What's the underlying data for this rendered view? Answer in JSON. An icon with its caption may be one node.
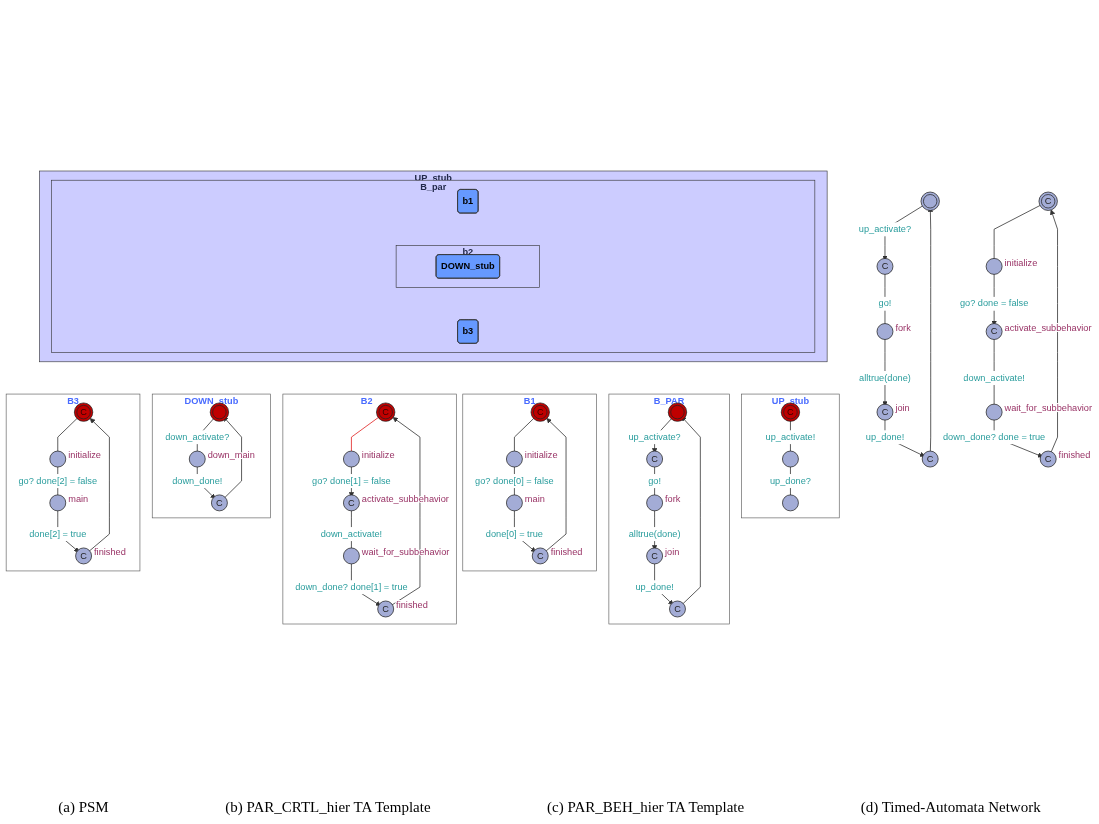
{
  "diagram": {
    "nodes": [
      {
        "text": [
          "UP_stub"
        ]
      },
      {
        "text": [
          "B_par"
        ],
        "in": 0
      },
      {
        "text": [
          "b1"
        ],
        "in": 1
      },
      {
        "text": [
          "b2"
        ],
        "in": 1
      },
      {
        "text": [
          "DOWN_stub"
        ],
        "in": 3
      },
      {
        "text": [
          "b3"
        ],
        "in": 1
      },
      {
        "text": [],
        "shape": "circle"
      },
      {
        "text": [
          "C"
        ]
      },
      {
        "text": [],
        "shape": "circle",
        "beside": [
          "fork"
        ]
      },
      {
        "text": [
          "C"
        ],
        "beside": [
          "join"
        ]
      },
      {
        "text": [
          "C"
        ]
      },
      {
        "text": [
          "C"
        ]
      },
      {
        "text": [],
        "shape": "circle",
        "beside": [
          "initialize"
        ]
      },
      {
        "text": [
          "C"
        ],
        "beside": [
          "activate_subbehavior"
        ]
      },
      {
        "text": [],
        "shape": "circle",
        "beside": [
          "wait_for_subbehavior"
        ]
      },
      {
        "text": [
          "C"
        ],
        "beside": [
          "finished"
        ]
      },
      {
        "text": [
          "UP_stub"
        ]
      },
      {
        "text": [
          "C"
        ],
        "in": 16
      },
      {
        "text": [],
        "shape": "circle",
        "in": 16
      },
      {
        "text": [],
        "shape": "circle",
        "in": 16
      },
      {
        "text": [
          "B_PAR"
        ]
      },
      {
        "text": [],
        "shape": "circle",
        "in": 20
      },
      {
        "text": [
          "C"
        ],
        "in": 20
      },
      {
        "text": [],
        "shape": "circle",
        "in": 20,
        "beside": [
          "fork"
        ]
      },
      {
        "text": [
          "C"
        ],
        "in": 20,
        "beside": [
          "join"
        ]
      },
      {
        "text": [
          "C"
        ],
        "in": 20
      },
      {
        "text": [
          "B1"
        ]
      },
      {
        "text": [
          "C"
        ],
        "in": 26
      },
      {
        "text": [],
        "shape": "circle",
        "in": 26,
        "beside": [
          "initialize"
        ]
      },
      {
        "text": [],
        "shape": "circle",
        "in": 26,
        "beside": [
          "main"
        ]
      },
      {
        "text": [
          "C"
        ],
        "in": 26,
        "beside": [
          "finished"
        ]
      },
      {
        "text": [
          "B2"
        ]
      },
      {
        "text": [
          "C"
        ],
        "in": 31
      },
      {
        "text": [],
        "shape": "circle",
        "in": 31,
        "beside": [
          "initialize"
        ]
      },
      {
        "text": [
          "C"
        ],
        "in": 31,
        "beside": [
          "activate_subbehavior"
        ]
      },
      {
        "text": [],
        "shape": "circle",
        "in": 31,
        "beside": [
          "wait_for_subbehavior"
        ]
      },
      {
        "text": [
          "C"
        ],
        "in": 31,
        "beside": [
          "finished"
        ]
      },
      {
        "text": [
          "DOWN_stub"
        ]
      },
      {
        "text": [],
        "shape": "circle",
        "in": 37
      },
      {
        "text": [],
        "shape": "circle",
        "in": 37,
        "beside": [
          "down_main"
        ]
      },
      {
        "text": [
          "C"
        ],
        "in": 37
      },
      {
        "text": [
          "B3"
        ]
      },
      {
        "text": [
          "C"
        ],
        "in": 41
      },
      {
        "text": [],
        "shape": "circle",
        "in": 41,
        "beside": [
          "initialize"
        ]
      },
      {
        "text": [],
        "shape": "circle",
        "in": 41,
        "beside": [
          "main"
        ]
      },
      {
        "text": [
          "C"
        ],
        "in": 41,
        "beside": [
          "finished"
        ]
      }
    ],
    "edges": [
      {
        "from": 6,
        "to": 7,
        "arrow": "to",
        "label": "up_activate?"
      },
      {
        "from": 7,
        "to": 8,
        "arrow": "to",
        "label": "go!"
      },
      {
        "from": 8,
        "to": 9,
        "arrow": "to",
        "label": "alltrue(done)"
      },
      {
        "from": 9,
        "to": 10,
        "arrow": "to",
        "label": "up_done!"
      },
      {
        "from": 10,
        "to": 6,
        "arrow": "to"
      },
      {
        "from": 11,
        "to": 12,
        "arrow": "to"
      },
      {
        "from": 12,
        "to": 13,
        "arrow": "to",
        "label": "go? done = false"
      },
      {
        "from": 13,
        "to": 14,
        "arrow": "to",
        "label": "down_activate!"
      },
      {
        "from": 14,
        "to": 15,
        "arrow": "to",
        "label": "down_done? done = true"
      },
      {
        "from": 15,
        "to": 11,
        "arrow": "to"
      },
      {
        "from": 17,
        "to": 18,
        "arrow": "to",
        "label": "up_activate!"
      },
      {
        "from": 18,
        "to": 19,
        "arrow": "to",
        "label": "up_done?"
      },
      {
        "from": 21,
        "to": 22,
        "arrow": "to",
        "label": "up_activate?"
      },
      {
        "from": 22,
        "to": 23,
        "arrow": "to",
        "label": "go!"
      },
      {
        "from": 23,
        "to": 24,
        "arrow": "to",
        "label": "alltrue(done)"
      },
      {
        "from": 24,
        "to": 25,
        "arrow": "to",
        "label": "up_done!"
      },
      {
        "from": 25,
        "to": 21,
        "arrow": "to"
      },
      {
        "from": 27,
        "to": 28,
        "arrow": "to"
      },
      {
        "from": 28,
        "to": 29,
        "arrow": "to",
        "label": "go? done[0] = false"
      },
      {
        "from": 29,
        "to": 30,
        "arrow": "to",
        "label": "done[0] = true"
      },
      {
        "from": 30,
        "to": 27,
        "arrow": "to"
      },
      {
        "from": 32,
        "to": 33,
        "arrow": "to",
        "color": "#e02020"
      },
      {
        "from": 33,
        "to": 34,
        "arrow": "to",
        "label": "go? done[1] = false"
      },
      {
        "from": 34,
        "to": 35,
        "arrow": "to",
        "label": "down_activate!"
      },
      {
        "from": 35,
        "to": 36,
        "arrow": "to",
        "label": "down_done? done[1] = true"
      },
      {
        "from": 36,
        "to": 32,
        "arrow": "to"
      },
      {
        "from": 38,
        "to": 39,
        "arrow": "to",
        "label": "down_activate?"
      },
      {
        "from": 39,
        "to": 40,
        "arrow": "to",
        "label": "down_done!"
      },
      {
        "from": 40,
        "to": 38,
        "arrow": "to"
      },
      {
        "from": 42,
        "to": 43,
        "arrow": "to"
      },
      {
        "from": 43,
        "to": 44,
        "arrow": "to",
        "label": "go? done[2] = false"
      },
      {
        "from": 44,
        "to": 45,
        "arrow": "to",
        "label": "done[2] = true"
      },
      {
        "from": 45,
        "to": 42,
        "arrow": "to"
      }
    ],
    "labels": [
      "(a) PSM",
      "(b) PAR_CRTL_hier TA Template",
      "(c) PAR_BEH_hier TA Template",
      "(d) Timed-Automata Network"
    ]
  }
}
